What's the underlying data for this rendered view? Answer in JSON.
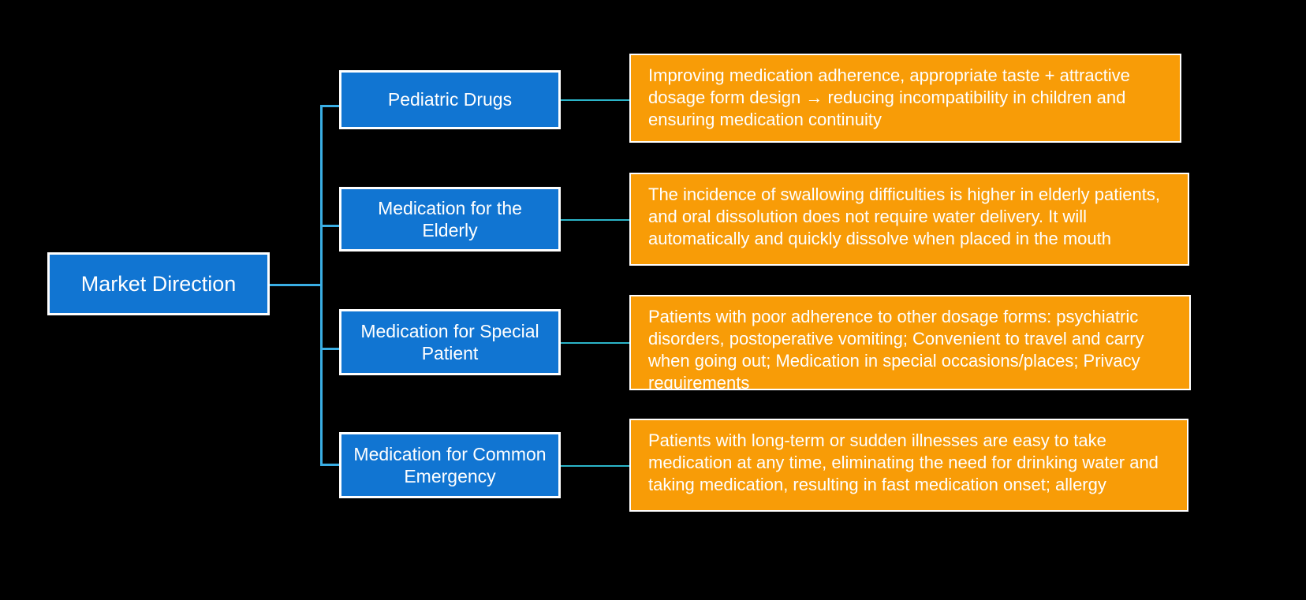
{
  "diagram": {
    "title": "Market Direction",
    "root": {
      "label": "Market Direction"
    },
    "colors": {
      "background": "#000000",
      "node_blue": "#1175d2",
      "node_orange": "#f89c07",
      "connector_blue": "#3aaee4",
      "connector_teal": "#2bb4c8",
      "node_border": "#ffffff",
      "text": "#ffffff"
    },
    "branches": [
      {
        "label": "Pediatric Drugs",
        "detail": "Improving medication adherence, appropriate taste + attractive dosage form design → reducing incompatibility in children and ensuring medication continuity"
      },
      {
        "label": "Medication for the Elderly",
        "detail": "The incidence of swallowing difficulties is higher in elderly patients, and oral dissolution does not require water delivery. It will automatically and quickly dissolve when placed in the mouth"
      },
      {
        "label": "Medication for Special Patient",
        "detail": "Patients with poor adherence to other dosage forms: psychiatric disorders, postoperative vomiting; Convenient to travel and carry when going out; Medication in special occasions/places; Privacy requirements"
      },
      {
        "label": "Medication for Common Emergency",
        "detail": "Patients with long-term or sudden illnesses are easy to take medication at any time, eliminating the need for drinking water and taking medication, resulting in fast medication onset; allergy"
      }
    ]
  }
}
